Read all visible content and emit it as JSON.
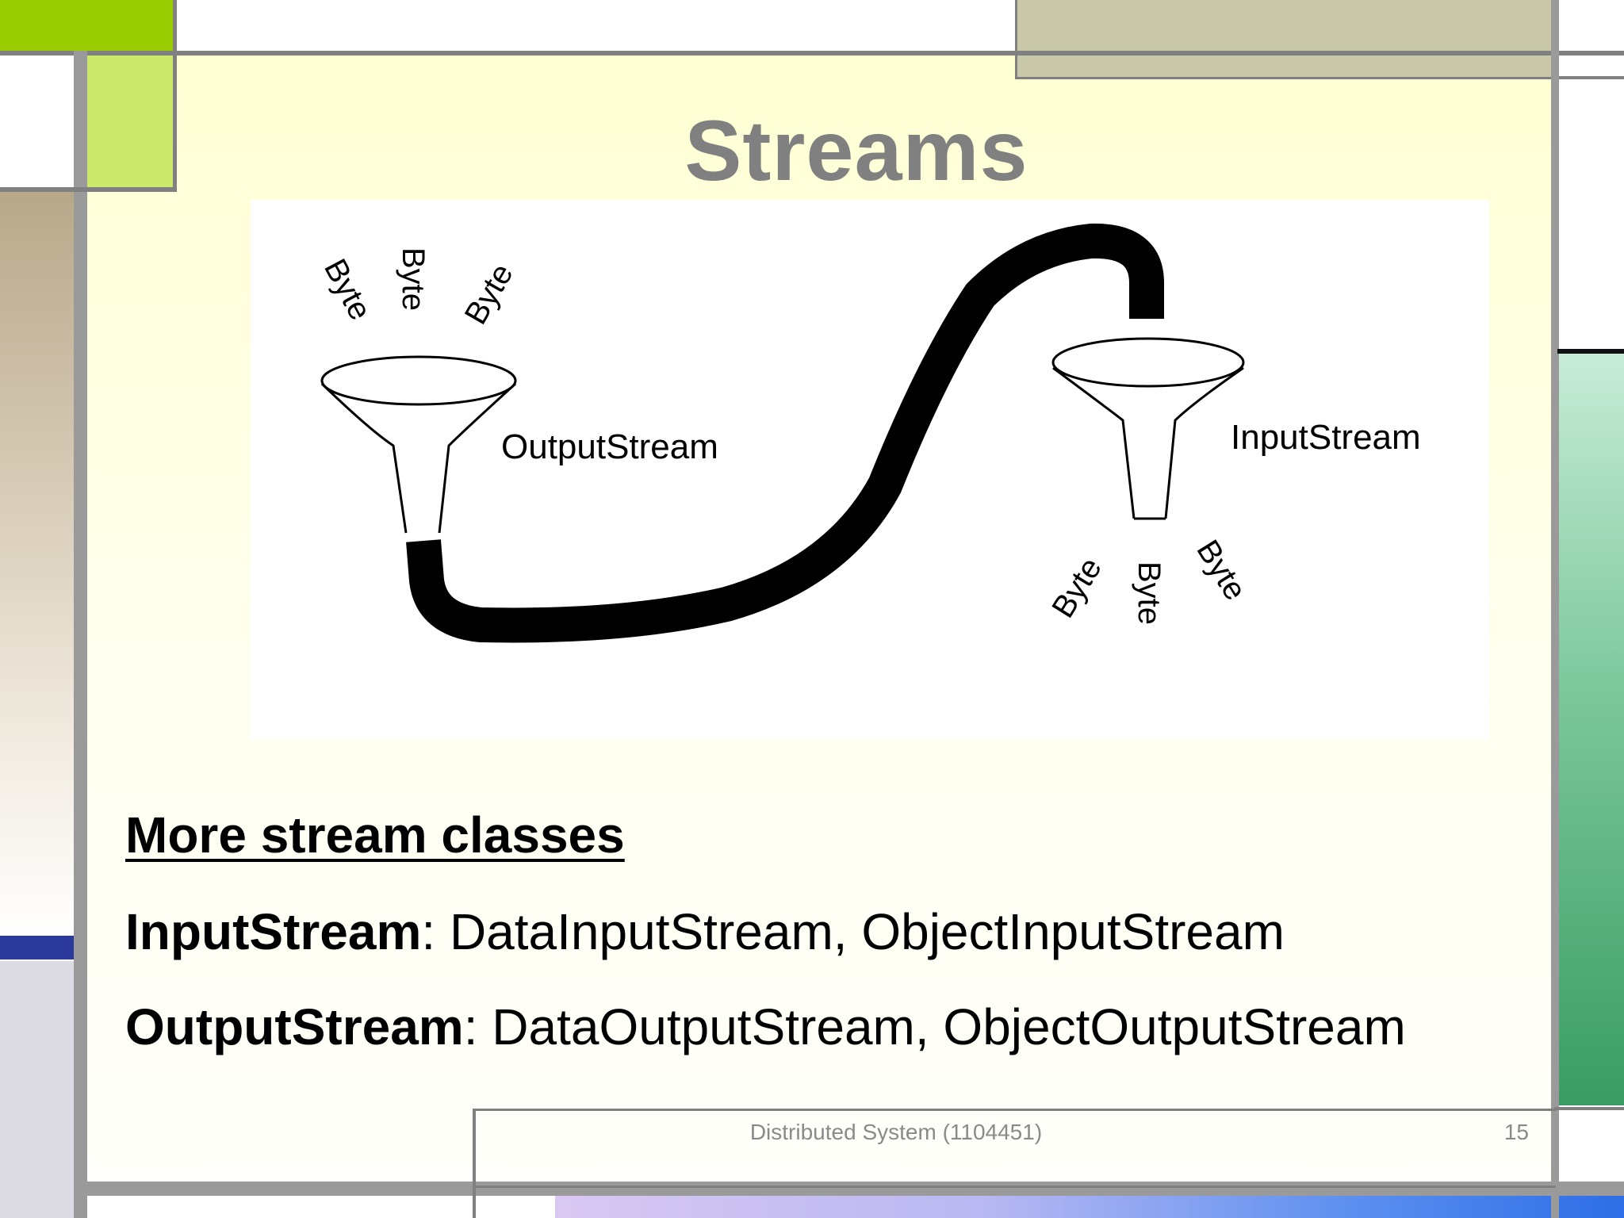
{
  "slide": {
    "title": "Streams",
    "diagram": {
      "left_labels": [
        "Byte",
        "Byte",
        "Byte"
      ],
      "right_labels": [
        "Byte",
        "Byte",
        "Byte"
      ],
      "output_label": "OutputStream",
      "input_label": "InputStream"
    },
    "subheading": "More stream classes",
    "line1": {
      "bold": "InputStream",
      "rest": ": DataInputStream, ObjectInputStream"
    },
    "line2": {
      "bold": "OutputStream",
      "rest": ": DataOutputStream, ObjectOutputStream"
    },
    "footer": "Distributed System (1104451)",
    "page_number": "15"
  },
  "colors": {
    "accent_green": "#99cc00",
    "lime": "#cce86a",
    "title_gray": "#808080"
  }
}
